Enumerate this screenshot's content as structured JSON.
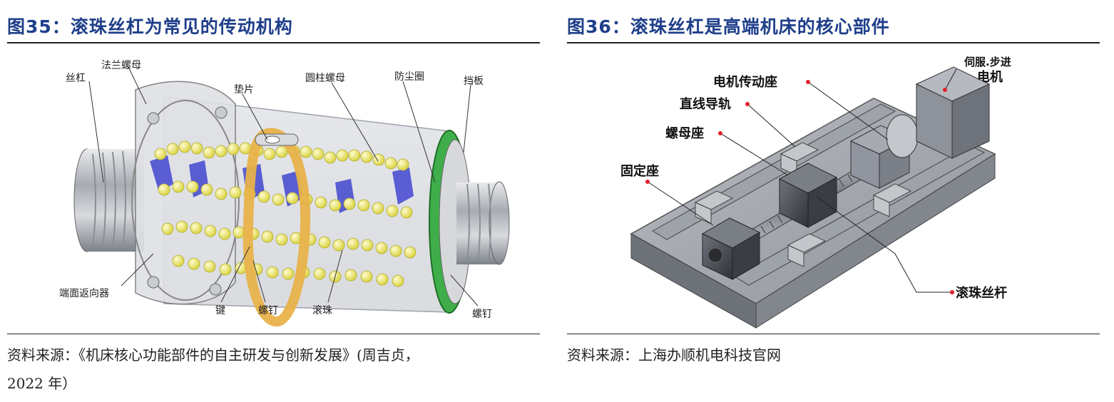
{
  "left_panel": {
    "title": "图35：滚珠丝杠为常见的传动机构",
    "labels": {
      "screw": "丝杠",
      "flange_nut": "法兰螺母",
      "shim": "垫片",
      "cylindrical_nut": "圆柱螺母",
      "dust_ring": "防尘圈",
      "baffle": "挡板",
      "end_deflector": "端面返向器",
      "key": "键",
      "screw_a": "螺钉",
      "ball": "滚珠",
      "screw_b": "螺钉"
    },
    "source_line1": "资料来源：《机床核心功能部件的自主研发与创新发展》(周吉贞，",
    "source_line2": "2022 年）"
  },
  "right_panel": {
    "title": "图36：滚珠丝杠是高端机床的核心部件",
    "labels": {
      "servo_stepper_1": "伺服.步进",
      "servo_stepper_2": "电机",
      "motor_mount": "电机传动座",
      "linear_guide": "直线导轨",
      "nut_seat": "螺母座",
      "fixed_seat": "固定座",
      "ball_screw": "滚珠丝杆"
    },
    "source": "资料来源：上海办顺机电科技官网"
  },
  "colors": {
    "title": "#1f3f8a",
    "ball_yellow": "#f2ee6a",
    "deflector_blue": "#4b4fd0",
    "dust_ring_green": "#3fae4a",
    "key_orange": "#e8b24a",
    "label_dot_red": "#e0202a"
  }
}
